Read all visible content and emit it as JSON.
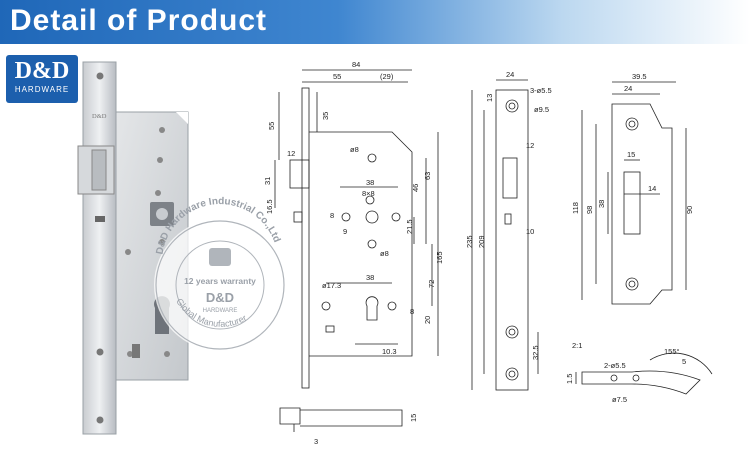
{
  "header": {
    "title": "Detail of Product"
  },
  "logo": {
    "mark": "D&D",
    "subtitle": "HARDWARE"
  },
  "stamp": {
    "ring_top": "D&D Hardware Industrial Co.,Ltd",
    "ring_bottom": "Global Manufacturer",
    "warranty": "12 years warranty",
    "mark": "D&D",
    "subtitle": "HARDWARE"
  },
  "product_plate_label": "D&D",
  "dimensions": {
    "d84": "84",
    "d55": "55",
    "d29": "(29)",
    "d35": "35",
    "d55v": "55",
    "d12": "12",
    "d31": "31",
    "d8a": "ø8",
    "d16_5": "16.5",
    "d38a": "38",
    "d8x8": "8×8",
    "d8b": "8",
    "d9": "9",
    "d46": "46",
    "d63": "63",
    "d21_5": "21.5",
    "d8c": "ø8",
    "d165": "165",
    "d17_3": "ø17.3",
    "d38b": "38",
    "d72": "72",
    "d8d": "8",
    "d20": "20",
    "d10_3": "10.3",
    "d15a": "15",
    "d3": "3",
    "d24": "24",
    "d3_5_5": "3-ø5.5",
    "d9_5": "ø9.5",
    "d13": "13",
    "d235": "235",
    "d209": "209",
    "d12b": "12",
    "d10": "10",
    "d32_5": "32.5",
    "d39_5": "39.5",
    "d24b": "24",
    "d15b": "15",
    "d14": "14",
    "d118": "118",
    "d98": "98",
    "d38c": "38",
    "d90": "90",
    "scale": "2:1",
    "d155": "155°",
    "d5": "5",
    "d2_5_5": "2-ø5.5",
    "d1_5": "1.5",
    "d7_5": "ø7.5"
  },
  "colors": {
    "header_blue": "#1f67b8",
    "logo_blue": "#1c5fad",
    "line": "#222222"
  }
}
